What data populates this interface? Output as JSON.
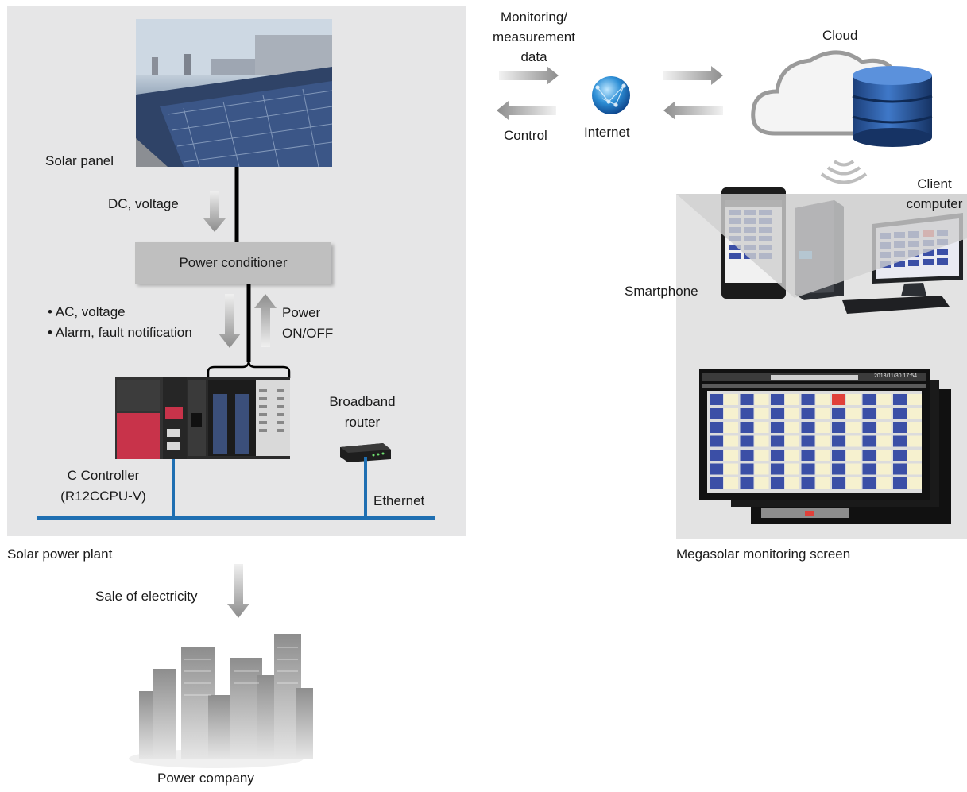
{
  "labels": {
    "monitoring_data": [
      "Monitoring/",
      "measurement",
      "data"
    ],
    "control": "Control",
    "internet": "Internet",
    "cloud": "Cloud",
    "client_computer": [
      "Client",
      "computer"
    ],
    "smartphone": "Smartphone",
    "solar_panel": "Solar panel",
    "dc_voltage": "DC, voltage",
    "power_conditioner": "Power conditioner",
    "ac_bullets": [
      "• AC, voltage",
      "• Alarm, fault notification"
    ],
    "power_onoff": [
      "Power",
      "ON/OFF"
    ],
    "broadband_router": [
      "Broadband",
      "router"
    ],
    "c_controller": [
      "C Controller",
      "(R12CCPU-V)"
    ],
    "ethernet": "Ethernet",
    "solar_power_plant": "Solar power plant",
    "sale_of_electricity": "Sale of electricity",
    "power_company": "Power company",
    "megasolar_screen": "Megasolar monitoring screen",
    "screen_timestamp": "2013/11/30 17:54"
  },
  "colors": {
    "ethernet_line": "#1f6fb2",
    "plant_background": "#e6e6e7",
    "database_blue": "#2a5da6",
    "alarm_cell": "#e0403a"
  },
  "icons": {
    "internet": "globe-icon",
    "cloud": "cloud-database-icon",
    "wireless": "wireless-signal-icon"
  }
}
